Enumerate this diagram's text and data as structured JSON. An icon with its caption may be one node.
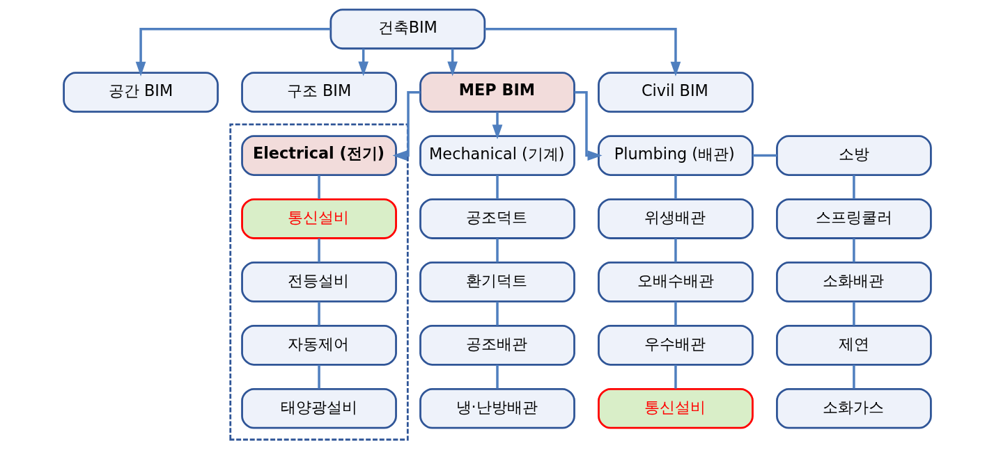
{
  "diagram": {
    "nodes": [
      {
        "text": [
          "건축BIM"
        ]
      },
      {
        "text": [
          "공간 BIM"
        ]
      },
      {
        "text": [
          "구조 BIM"
        ]
      },
      {
        "text": [
          "MEP BIM"
        ]
      },
      {
        "text": [
          "Civil BIM"
        ]
      },
      {
        "text": [
          "Mechanical (기계)"
        ]
      },
      {
        "text": [],
        "shape": "box"
      },
      {
        "text": [
          "Electrical (전기)"
        ],
        "in": 6
      },
      {
        "text": [
          "통신설비"
        ],
        "in": 6
      },
      {
        "text": [
          "전등설비"
        ],
        "in": 6
      },
      {
        "text": [
          "자동제어"
        ],
        "in": 6
      },
      {
        "text": [
          "태양광설비"
        ],
        "in": 6
      },
      {
        "text": [
          "Plumbing (배관)"
        ]
      },
      {
        "text": [
          "소방"
        ]
      },
      {
        "text": [
          "공조덕트"
        ]
      },
      {
        "text": [
          "환기덕트"
        ]
      },
      {
        "text": [
          "공조배관"
        ]
      },
      {
        "text": [
          "냉·난방배관"
        ]
      },
      {
        "text": [
          "위생배관"
        ]
      },
      {
        "text": [
          "오배수배관"
        ]
      },
      {
        "text": [
          "우수배관"
        ]
      },
      {
        "text": [
          "통신설비"
        ]
      },
      {
        "text": [
          "스프링쿨러"
        ]
      },
      {
        "text": [
          "소화배관"
        ]
      },
      {
        "text": [
          "제연"
        ]
      },
      {
        "text": [
          "소화가스"
        ]
      }
    ],
    "edges": [
      {
        "from": 0,
        "to": 1,
        "arrow": "to"
      },
      {
        "from": 0,
        "to": 2,
        "arrow": "to"
      },
      {
        "from": 0,
        "to": 3,
        "arrow": "to"
      },
      {
        "from": 0,
        "to": 4,
        "arrow": "to"
      },
      {
        "from": 3,
        "to": 5,
        "arrow": "to"
      },
      {
        "from": 3,
        "to": 7,
        "arrow": "to"
      },
      {
        "from": 3,
        "to": 12,
        "arrow": "to"
      },
      {
        "from": 12,
        "to": 13,
        "arrow": "none"
      },
      {
        "from": 5,
        "to": 14,
        "arrow": "none"
      },
      {
        "from": 14,
        "to": 15,
        "arrow": "none"
      },
      {
        "from": 15,
        "to": 16,
        "arrow": "none"
      },
      {
        "from": 16,
        "to": 17,
        "arrow": "none"
      },
      {
        "from": 7,
        "to": 8,
        "arrow": "none"
      },
      {
        "from": 8,
        "to": 9,
        "arrow": "none"
      },
      {
        "from": 9,
        "to": 10,
        "arrow": "none"
      },
      {
        "from": 10,
        "to": 11,
        "arrow": "none"
      },
      {
        "from": 12,
        "to": 18,
        "arrow": "none"
      },
      {
        "from": 18,
        "to": 19,
        "arrow": "none"
      },
      {
        "from": 19,
        "to": 20,
        "arrow": "none"
      },
      {
        "from": 20,
        "to": 21,
        "arrow": "none"
      },
      {
        "from": 13,
        "to": 22,
        "arrow": "none"
      },
      {
        "from": 22,
        "to": 23,
        "arrow": "none"
      },
      {
        "from": 23,
        "to": 24,
        "arrow": "none"
      },
      {
        "from": 24,
        "to": 25,
        "arrow": "none"
      }
    ]
  }
}
